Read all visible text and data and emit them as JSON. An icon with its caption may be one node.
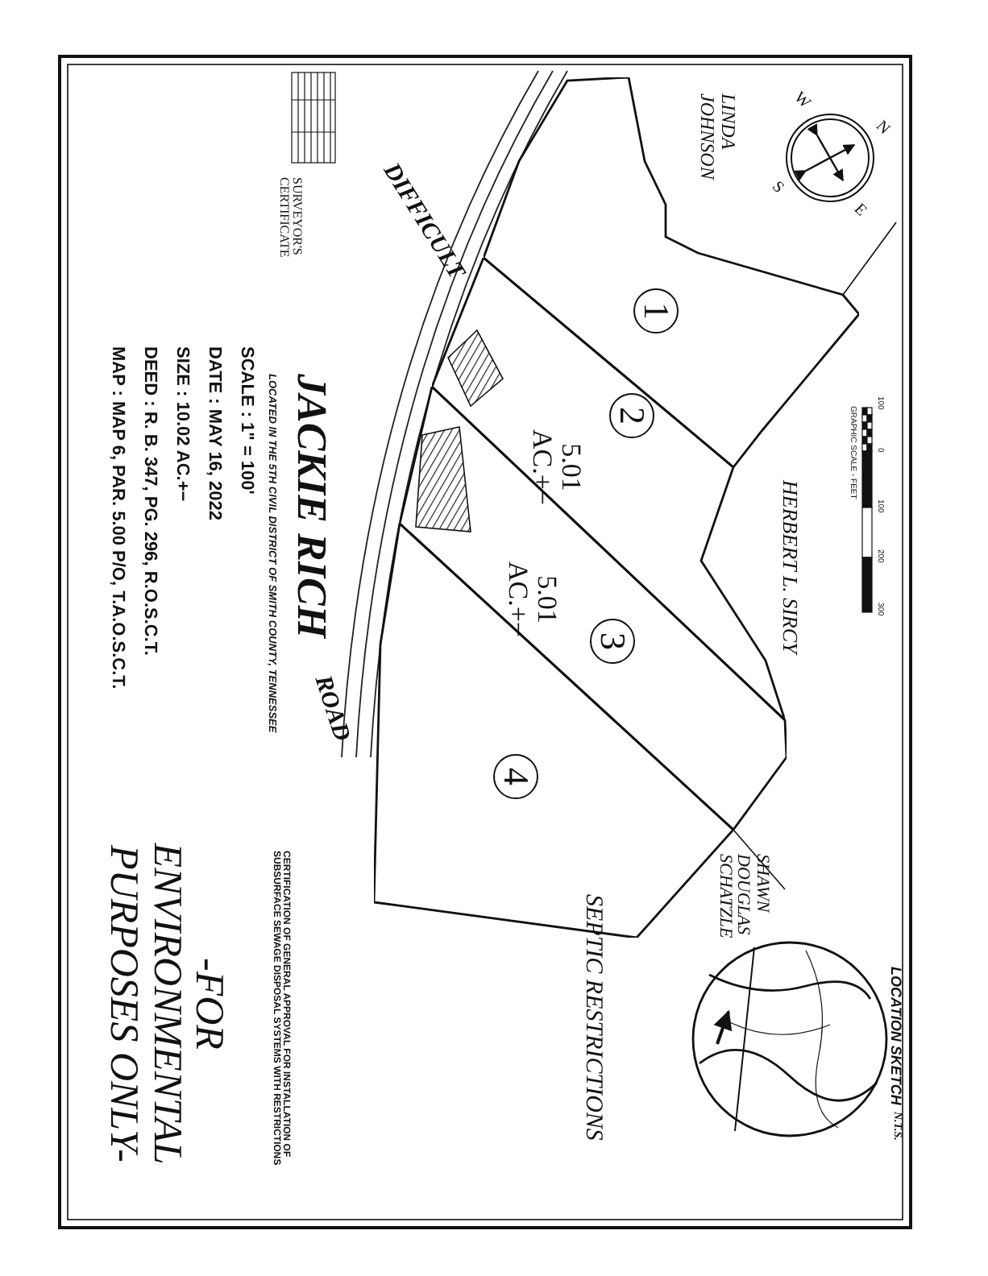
{
  "diagram": {
    "title": "JACKIE RICH",
    "nodes": [
      {
        "text": [
          "1"
        ]
      },
      {
        "text": [
          "2",
          "5.01 AC.+−"
        ]
      },
      {
        "text": [
          "3",
          "5.01 AC.+−"
        ]
      },
      {
        "text": [
          "4"
        ]
      }
    ],
    "labels": [
      "SURVEYOR'S CERTIFICATE",
      "LOCATED IN THE 5TH CIVIL DISTRICT OF SMITH COUNTY, TENNESSEE",
      "SCALE : 1\" = 100'",
      "DATE : MAY 16, 2022",
      "SIZE : 10.02 AC.+−",
      "DEED : R. B. 347, PG. 296, R.O.S.C.T.",
      "MAP : MAP 6, PAR. 5.00 P/O, T.A.O.S.C.T.",
      "DIFFICULT",
      "ROAD",
      "-FOR ENVIRONMENTAL PURPOSES ONLY-",
      "CERTIFICATION OF GENERAL APPROVAL FOR INSTALLATION OF SUBSURFACE SEWAGE DISPOSAL SYSTEMS WITH RESTRICTIONS",
      "LINDA JOHNSON",
      "W",
      "N",
      "S",
      "E",
      "HERBERT L. SIRCY",
      "GRAPHIC SCALE - FEET",
      "100",
      "0",
      "100",
      "200",
      "300",
      "SHAWN DOUGLAS SCHATZLE",
      "SEPTIC RESTRICTIONS",
      "LOCATION SKETCH",
      "N.T.S."
    ]
  }
}
